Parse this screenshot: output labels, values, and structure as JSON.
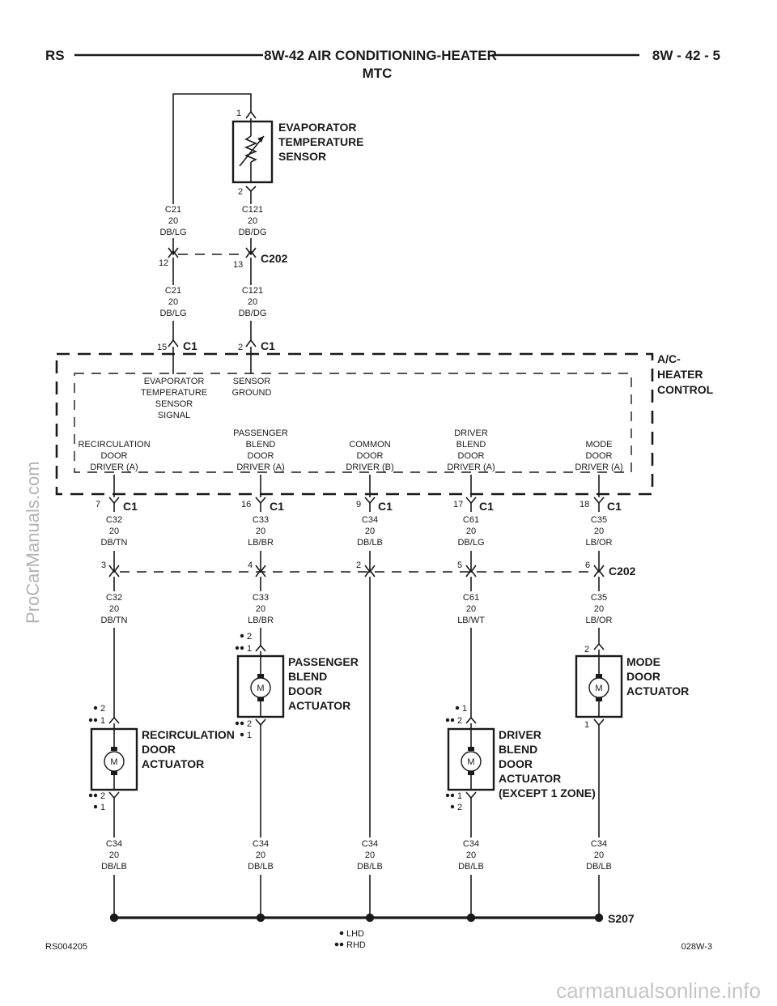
{
  "header": {
    "left": "RS",
    "title_line1": "8W-42 AIR CONDITIONING-HEATER",
    "title_line2": "MTC",
    "right": "8W - 42 - 5"
  },
  "components": {
    "evap_sensor": [
      "EVAPORATOR",
      "TEMPERATURE",
      "SENSOR"
    ],
    "control": [
      "A/C-",
      "HEATER",
      "CONTROL"
    ],
    "passenger_actuator": [
      "PASSENGER",
      "BLEND",
      "DOOR",
      "ACTUATOR"
    ],
    "mode_actuator": [
      "MODE",
      "DOOR",
      "ACTUATOR"
    ],
    "recirc_actuator": [
      "RECIRCULATION",
      "DOOR",
      "ACTUATOR"
    ],
    "driver_actuator": [
      "DRIVER",
      "BLEND",
      "DOOR",
      "ACTUATOR",
      "(EXCEPT 1 ZONE)"
    ]
  },
  "control_functions": {
    "evap_signal": [
      "EVAPORATOR",
      "TEMPERATURE",
      "SENSOR",
      "SIGNAL"
    ],
    "sensor_ground": [
      "SENSOR",
      "GROUND"
    ],
    "recirc_driver": [
      "RECIRCULATION",
      "DOOR",
      "DRIVER (A)"
    ],
    "passenger_driver": [
      "PASSENGER",
      "BLEND",
      "DOOR",
      "DRIVER (A)"
    ],
    "common_driver": [
      "COMMON",
      "DOOR",
      "DRIVER (B)"
    ],
    "driver_blend_driver": [
      "DRIVER",
      "BLEND",
      "DOOR",
      "DRIVER (A)"
    ],
    "mode_driver": [
      "MODE",
      "DOOR",
      "DRIVER (A)"
    ]
  },
  "connectors": {
    "c1": "C1",
    "c202": "C202",
    "s207": "S207"
  },
  "wires": {
    "c21_top": [
      "C21",
      "20",
      "DB/LG"
    ],
    "c121_top": [
      "C121",
      "20",
      "DB/DG"
    ],
    "c21_mid": [
      "C21",
      "20",
      "DB/LG"
    ],
    "c121_mid": [
      "C121",
      "20",
      "DB/DG"
    ],
    "c32_a": [
      "C32",
      "20",
      "DB/TN"
    ],
    "c33_a": [
      "C33",
      "20",
      "LB/BR"
    ],
    "c34_a": [
      "C34",
      "20",
      "DB/LB"
    ],
    "c61_a": [
      "C61",
      "20",
      "DB/LG"
    ],
    "c35_a": [
      "C35",
      "20",
      "LB/OR"
    ],
    "c32_b": [
      "C32",
      "20",
      "DB/TN"
    ],
    "c33_b": [
      "C33",
      "20",
      "LB/BR"
    ],
    "c61_b": [
      "C61",
      "20",
      "LB/WT"
    ],
    "c35_b": [
      "C35",
      "20",
      "LB/OR"
    ],
    "c34_1": [
      "C34",
      "20",
      "DB/LB"
    ],
    "c34_2": [
      "C34",
      "20",
      "DB/LB"
    ],
    "c34_3": [
      "C34",
      "20",
      "DB/LB"
    ],
    "c34_4": [
      "C34",
      "20",
      "DB/LB"
    ],
    "c34_5": [
      "C34",
      "20",
      "DB/LB"
    ]
  },
  "pins": {
    "sensor_top": "1",
    "sensor_bottom": "2",
    "c202_a": "12",
    "c202_b": "13",
    "c1_a": "15",
    "c1_b": "2",
    "c1_recirc": "7",
    "c1_pass": "16",
    "c1_common": "9",
    "c1_driver": "17",
    "c1_mode": "18",
    "c202_recirc": "3",
    "c202_pass": "4",
    "c202_common": "2",
    "c202_driver": "5",
    "c202_mode": "6",
    "mode_top": "2",
    "mode_bottom": "1",
    "one": "1",
    "two": "2"
  },
  "motor_symbol": "M",
  "legend": {
    "single_dot": "LHD",
    "double_dot": "RHD"
  },
  "footer": {
    "left": "RS004205",
    "right": "028W-3"
  },
  "watermarks": {
    "side": "ProCarManuals.com",
    "bottom": "carmanualsonline.info"
  }
}
